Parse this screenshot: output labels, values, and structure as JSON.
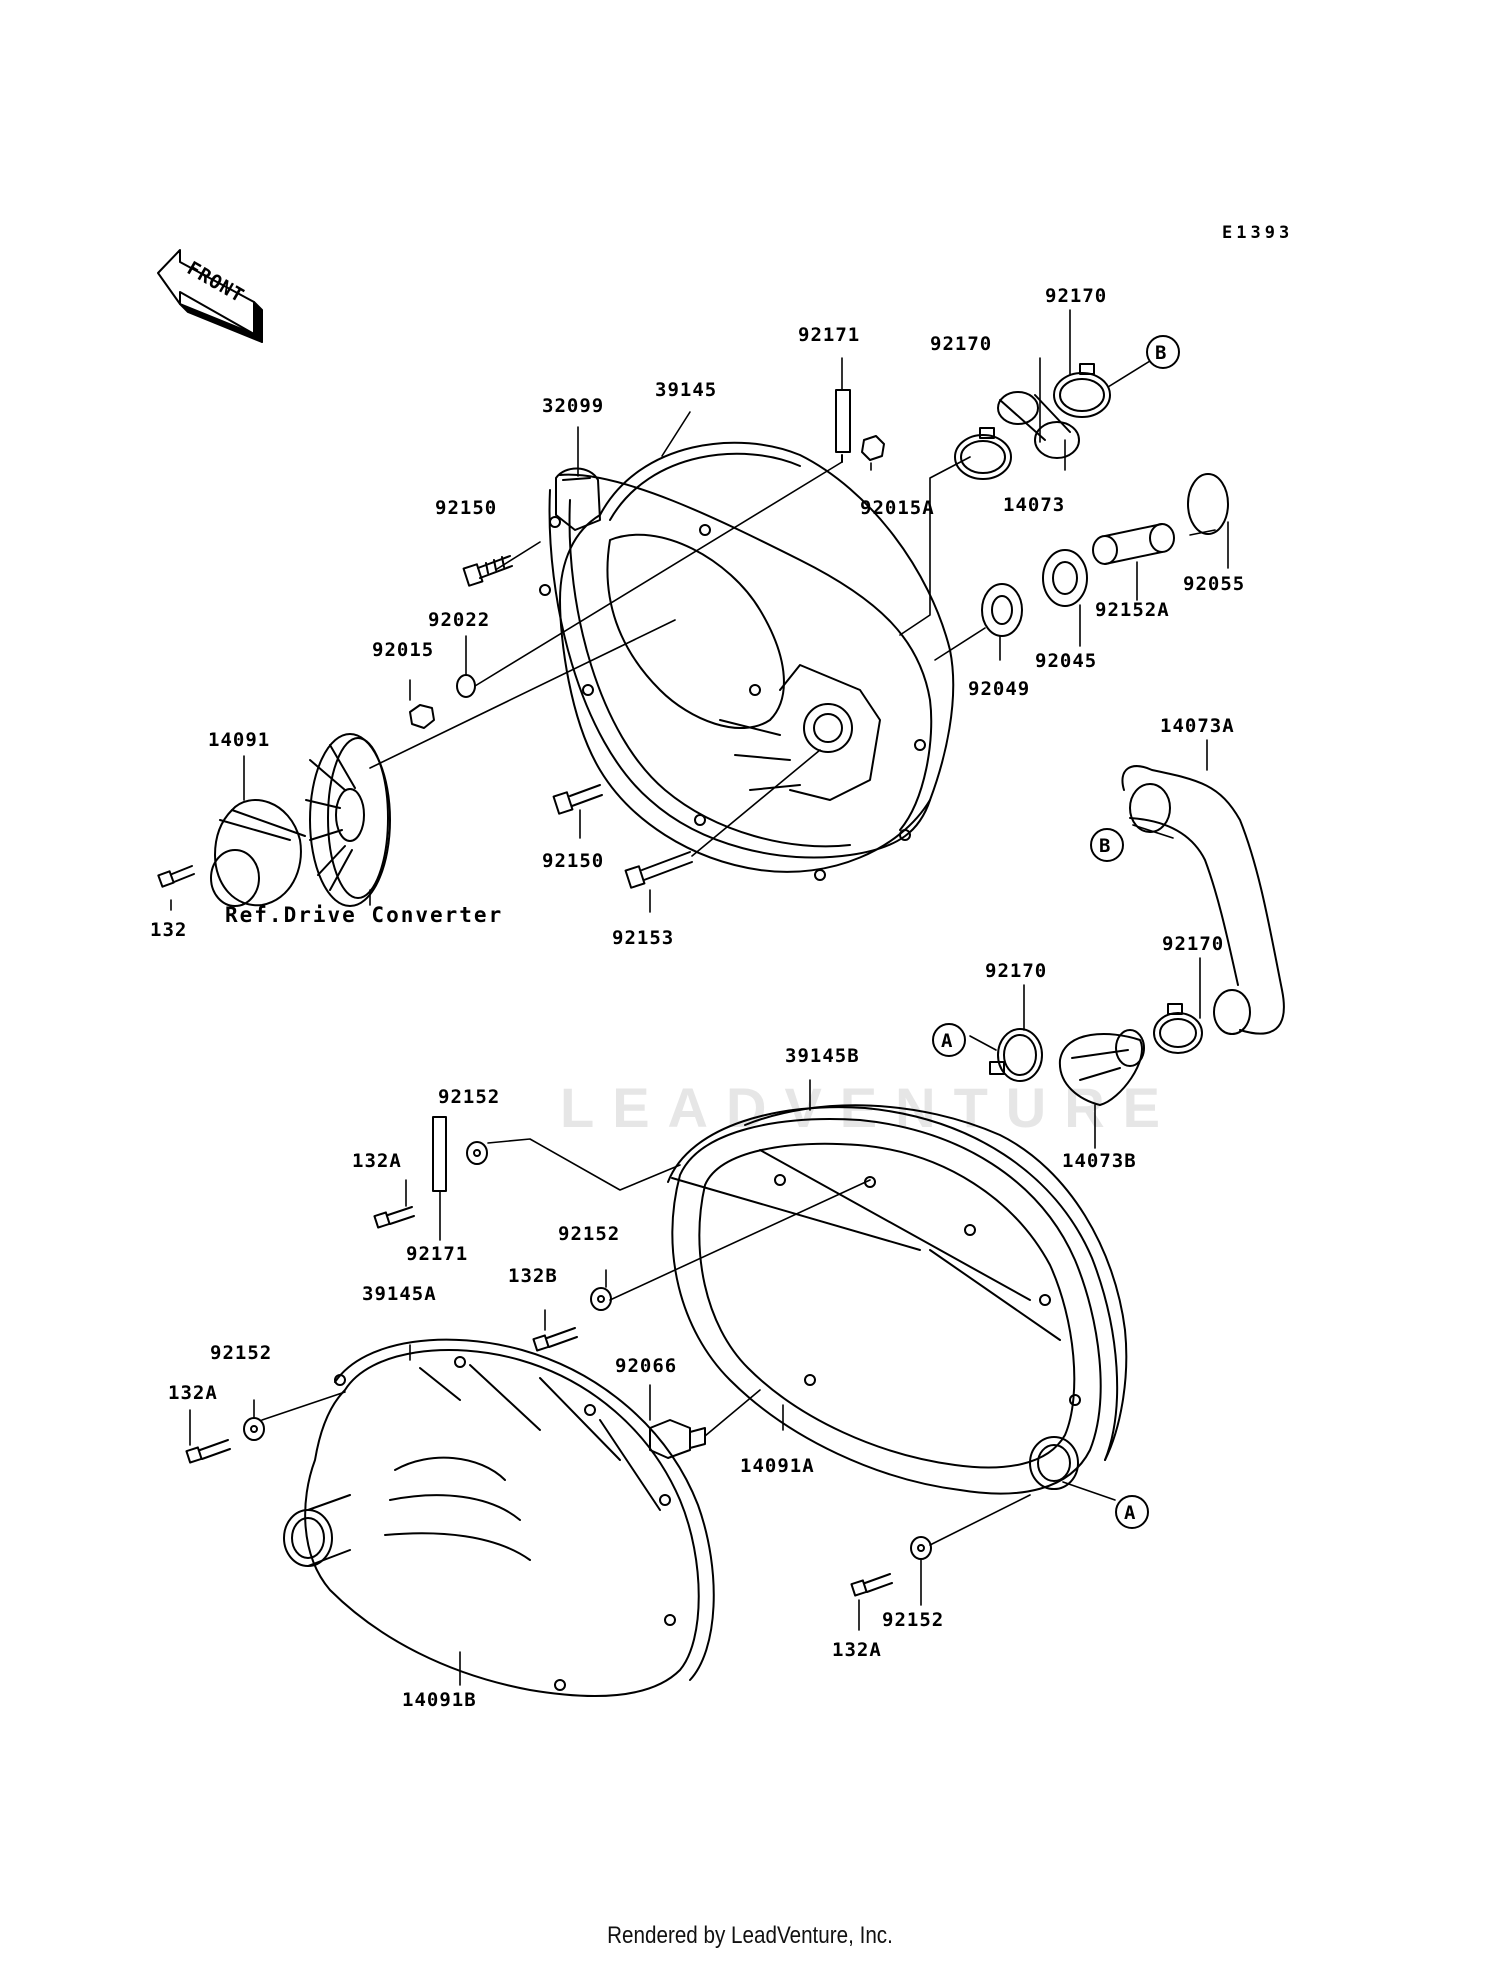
{
  "diagram_code": "E1393",
  "front_label": "FRONT",
  "ref_label": "Ref.Drive Converter",
  "footer": "Rendered by LeadVenture, Inc.",
  "watermark": "LEADVENTURE",
  "callout_letters": {
    "a": "A",
    "b": "B"
  },
  "parts": {
    "p92171_top": "92171",
    "p32099": "32099",
    "p39145": "39145",
    "p92150_a": "92150",
    "p92015A": "92015A",
    "p92022": "92022",
    "p92015": "92015",
    "p14091": "14091",
    "p132": "132",
    "p92150_b": "92150",
    "p92153": "92153",
    "p92170_a": "92170",
    "p92170_b": "92170",
    "p14073": "14073",
    "p92055": "92055",
    "p92152A": "92152A",
    "p92045": "92045",
    "p92049": "92049",
    "p14073A": "14073A",
    "p92170_c": "92170",
    "p92170_d": "92170",
    "p14073B": "14073B",
    "p39145B": "39145B",
    "p92152_a": "92152",
    "p132A_a": "132A",
    "p92171_b": "92171",
    "p92152_b": "92152",
    "p132B": "132B",
    "p39145A": "39145A",
    "p92152_c": "92152",
    "p132A_b": "132A",
    "p92066": "92066",
    "p14091A": "14091A",
    "p14091B": "14091B",
    "p92152_d": "92152",
    "p132A_c": "132A"
  }
}
